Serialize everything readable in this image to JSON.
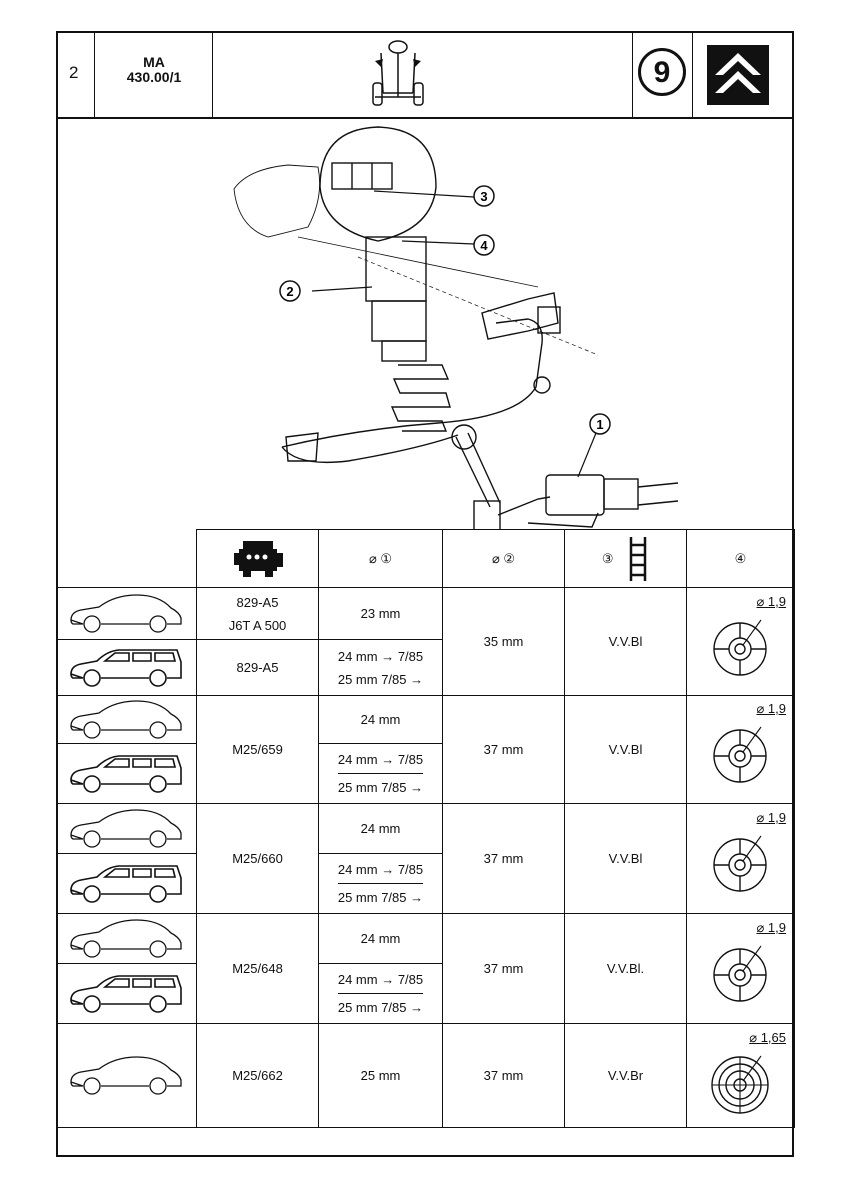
{
  "header": {
    "page_number": "2",
    "reference_line1": "MA",
    "reference_line2": "430.00/1",
    "group_number": "9"
  },
  "diagram_callouts": [
    "3",
    "4",
    "2",
    "1"
  ],
  "table": {
    "col_headers": {
      "engine_icon": "engine-icon",
      "col1": "⌀ ①",
      "col2": "⌀ ②",
      "col3": "③",
      "col4": "④"
    },
    "groups": [
      {
        "engines": [
          "829-A5",
          "J6T A 500",
          "829-A5"
        ],
        "dia1": [
          "23 mm",
          "24 mm → 7/85",
          "25 mm 7/85 →"
        ],
        "dia2": "35 mm",
        "spring": "V.V.Bl",
        "mark": "⌀ 1,9"
      },
      {
        "engine": "M25/659",
        "dia1": [
          "24 mm",
          "24 mm → 7/85",
          "25 mm 7/85 →"
        ],
        "dia2": "37 mm",
        "spring": "V.V.Bl",
        "mark": "⌀ 1,9"
      },
      {
        "engine": "M25/660",
        "dia1": [
          "24 mm",
          "24 mm → 7/85",
          "25 mm 7/85 →"
        ],
        "dia2": "37 mm",
        "spring": "V.V.Bl",
        "mark": "⌀ 1,9"
      },
      {
        "engine": "M25/648",
        "dia1": [
          "24 mm",
          "24 mm → 7/85",
          "25 mm 7/85 →"
        ],
        "dia2": "37 mm",
        "spring": "V.V.Bl.",
        "mark": "⌀ 1,9"
      },
      {
        "engine": "M25/662",
        "dia1": [
          "25 mm"
        ],
        "dia2": "37 mm",
        "spring": "V.V.Br",
        "mark": "⌀ 1,65"
      }
    ]
  },
  "icons": {
    "hatchback": "hatchback-car-icon",
    "estate": "estate-car-icon",
    "ladder": "ladder-icon",
    "marking": "marking-disc-icon",
    "logo": "double-chevron-logo"
  }
}
